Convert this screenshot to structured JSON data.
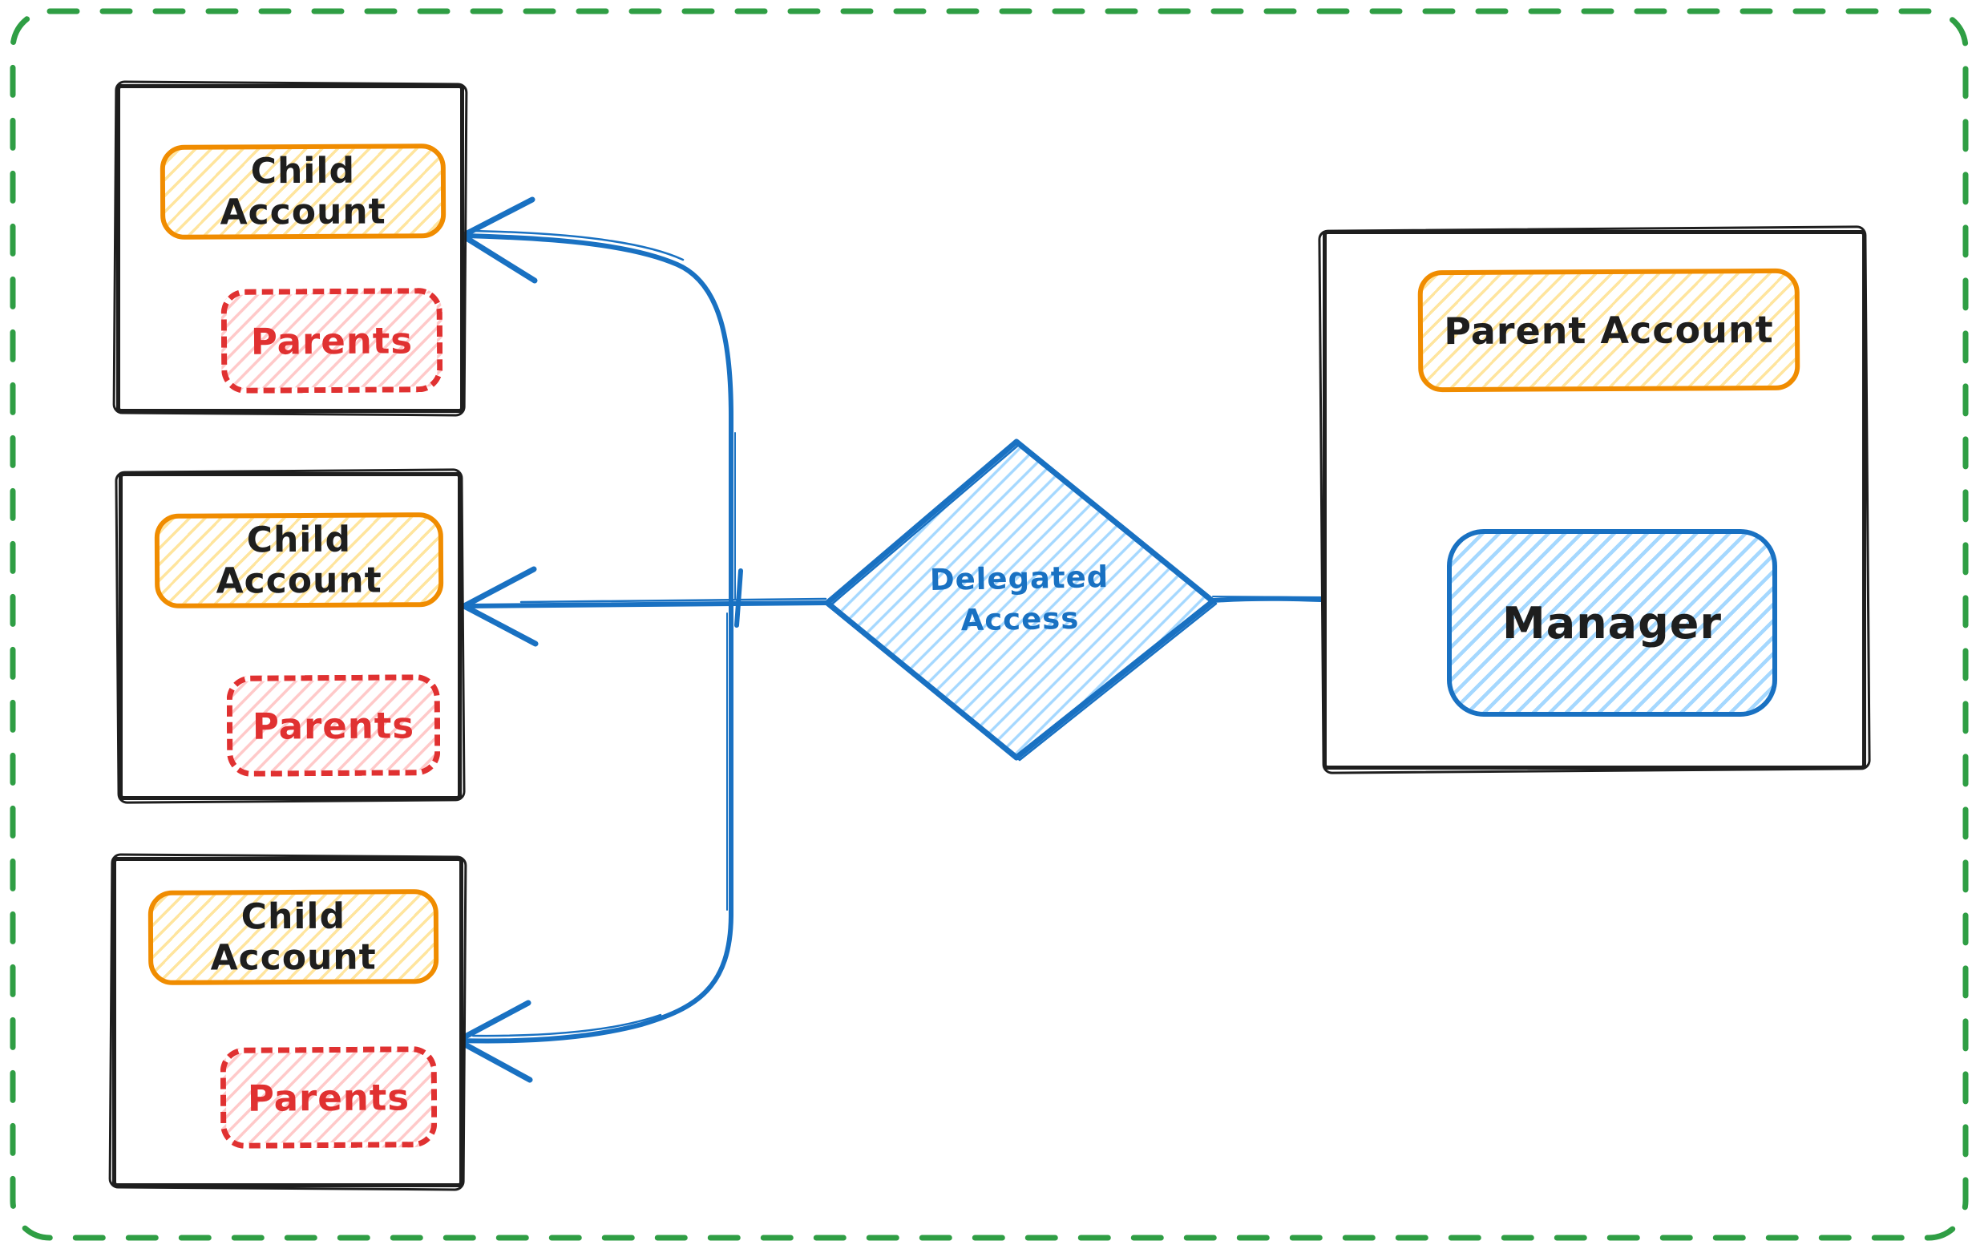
{
  "children": [
    {
      "title": "Child Account",
      "subgroup": "Parents"
    },
    {
      "title": "Child Account",
      "subgroup": "Parents"
    },
    {
      "title": "Child Account",
      "subgroup": "Parents"
    }
  ],
  "decision": {
    "line1": "Delegated",
    "line2": "Access"
  },
  "parent_account": {
    "title": "Parent Account",
    "manager": "Manager"
  },
  "colors": {
    "canvas_border_green": "#2f9e44",
    "shape_stroke_black": "#1e1e1e",
    "accent_orange": "#f08c00",
    "hachure_yellow": "#ffe59e",
    "accent_red": "#e03131",
    "hachure_pink": "#ffc9c9",
    "accent_blue": "#1971c2",
    "hachure_blue": "#a5d8ff",
    "background": "#ffffff"
  }
}
